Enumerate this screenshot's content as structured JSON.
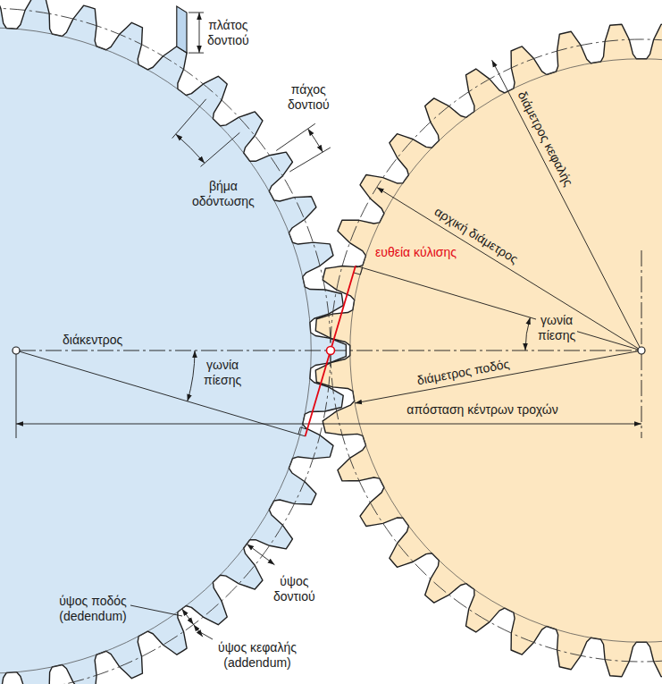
{
  "diagram": {
    "labels": [
      "πλάτος δοντιού",
      "πάχος δοντιού",
      "βήμα οδόντωσης",
      "ευθεία κύλισης",
      "διάμετρος κεφαλής",
      "αρχική διάμετρος",
      "γωνία πίεσης",
      "διάκεντρος",
      "γωνία πίεσης",
      "διάμετρος ποδός",
      "απόσταση κέντρων τροχών",
      "ύψος δοντιού",
      "ύψος ποδός (dedendum)",
      "ύψος κεφαλής (addendum)"
    ]
  }
}
